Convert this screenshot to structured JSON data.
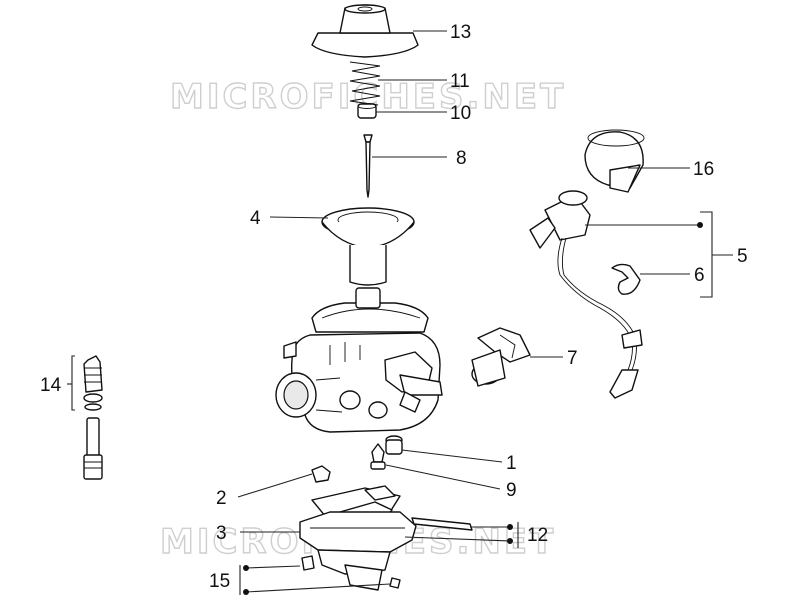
{
  "watermark": {
    "top": "MICROFICHES.NET",
    "bottom": "MICROFICHES.NET"
  },
  "callouts": [
    {
      "id": "1",
      "text": "1"
    },
    {
      "id": "2",
      "text": "2"
    },
    {
      "id": "3",
      "text": "3"
    },
    {
      "id": "4",
      "text": "4"
    },
    {
      "id": "5",
      "text": "5"
    },
    {
      "id": "6",
      "text": "6"
    },
    {
      "id": "7",
      "text": "7"
    },
    {
      "id": "8",
      "text": "8"
    },
    {
      "id": "9",
      "text": "9"
    },
    {
      "id": "10",
      "text": "10"
    },
    {
      "id": "11",
      "text": "11"
    },
    {
      "id": "12",
      "text": "12"
    },
    {
      "id": "13",
      "text": "13"
    },
    {
      "id": "14",
      "text": "14"
    },
    {
      "id": "15",
      "text": "15"
    },
    {
      "id": "16",
      "text": "16"
    }
  ]
}
